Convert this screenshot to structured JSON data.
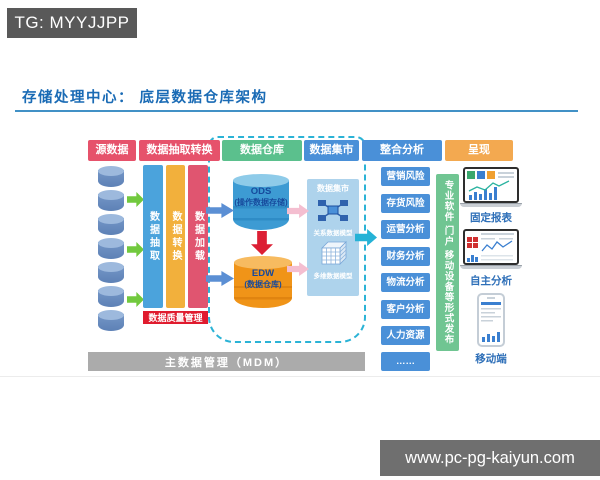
{
  "badge": {
    "text": "TG: MYYJJPP"
  },
  "title": {
    "text": "存储处理中心： 底层数据仓库架构"
  },
  "columns": {
    "source": "源数据",
    "etl": "数据抽取转换",
    "warehouse": "数据仓库",
    "mart": "数据集市",
    "analysis": "整合分析",
    "presentation": "呈现"
  },
  "etl": {
    "extract": "数据抽取",
    "transform": "数据转换",
    "load": "数据加载",
    "quality": "数据质量管理"
  },
  "warehouse": {
    "ods_name": "ODS",
    "ods_sub": "(操作数据存储)",
    "edw_name": "EDW",
    "edw_sub": "(数据仓库)"
  },
  "mart": {
    "title": "数据集市",
    "relational_label": "关系数据模型",
    "multidim_label": "多维数据模型"
  },
  "analysis": {
    "items": [
      "营销风险",
      "存货风险",
      "运营分析",
      "财务分析",
      "物流分析",
      "客户分析",
      "人力资源",
      "……"
    ]
  },
  "publish": {
    "text": "专业软件 门户 移动设备等形式发布"
  },
  "presentation": {
    "fixed_report": "固定报表",
    "self_analysis": "自主分析",
    "mobile": "移动端"
  },
  "mdm": {
    "text": "主数据管理（MDM）"
  },
  "watermark": {
    "text": "www.pc-pg-kaiyun.com"
  },
  "colors": {
    "title_blue": "#1a6bb5",
    "header_red": "#e6526b",
    "header_green": "#5bc08d",
    "header_blue": "#4a90d8",
    "header_orange": "#f3a950",
    "bar_blue": "#4ba3dc",
    "bar_orange": "#f2b03c",
    "bar_red": "#e05570",
    "quality_red": "#e01b2e",
    "dashed_teal": "#2bb3d6",
    "ods_blue": "#3d9bd3",
    "edw_orange": "#f09418",
    "green_arrow": "#72c93e",
    "publish_green": "#70c592",
    "mdm_gray": "#ababab",
    "badge_gray": "#595959",
    "watermark_gray": "#6f6f6f"
  }
}
